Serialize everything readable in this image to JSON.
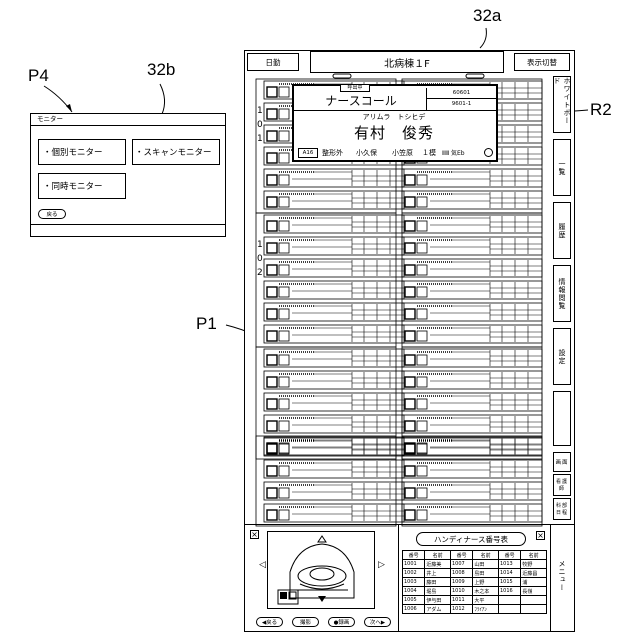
{
  "figure_labels": {
    "main_screen": "32a",
    "sub_screen": "32b",
    "monitor_screen": "P4",
    "patient_cell": "P1",
    "call_popup": "R2"
  },
  "monitor_window": {
    "title": "モニター",
    "buttons": [
      "・個別モニター",
      "・スキャンモニター",
      "・同時モニター"
    ],
    "back": "戻る"
  },
  "main_window": {
    "left_button": "日勤",
    "ward_title": "北病棟１F",
    "right_button": "表示切替",
    "room_numbers": [
      "1",
      "0",
      "1",
      "1",
      "0",
      "2"
    ],
    "side_tabs": [
      "ホワイトボード",
      "一覧",
      "履歴",
      "情報閲覧",
      "設定",
      "画面",
      "看護師",
      "科部日程",
      "メニュー"
    ]
  },
  "call_popup": {
    "caller_tag": "呼出中",
    "title": "ナースコール",
    "code": "60601",
    "bed": "9601-1",
    "kana": "アリムラ　トシヒデ",
    "name": "有村　俊秀",
    "age": "A16",
    "department": "整形外",
    "doctor": "小久保",
    "nurse": "小笠原",
    "level": "１模",
    "marks": "ⅡⅢ 気Eb"
  },
  "camera_panel": {
    "nav_buttons": [
      "◀戻る",
      "撮影",
      "●録画",
      "次へ▶"
    ]
  },
  "handy_table": {
    "title": "ハンディナース番号表",
    "headers": [
      "番号",
      "名前",
      "番号",
      "名前",
      "番号",
      "名前"
    ],
    "rows": [
      [
        "1001",
        "近藤美",
        "1007",
        "山田",
        "1013",
        "牧野"
      ],
      [
        "1002",
        "井上",
        "1008",
        "島田",
        "1014",
        "近藤昌"
      ],
      [
        "1003",
        "藤田",
        "1009",
        "上野",
        "1015",
        "浦"
      ],
      [
        "1004",
        "堀島",
        "1010",
        "木之本",
        "1016",
        "長嶺"
      ],
      [
        "1005",
        "伊与田",
        "1011",
        "大平",
        "",
        ""
      ],
      [
        "1006",
        "アダム",
        "1012",
        "ﾌﾗｲｱﾝ",
        "",
        ""
      ]
    ]
  }
}
